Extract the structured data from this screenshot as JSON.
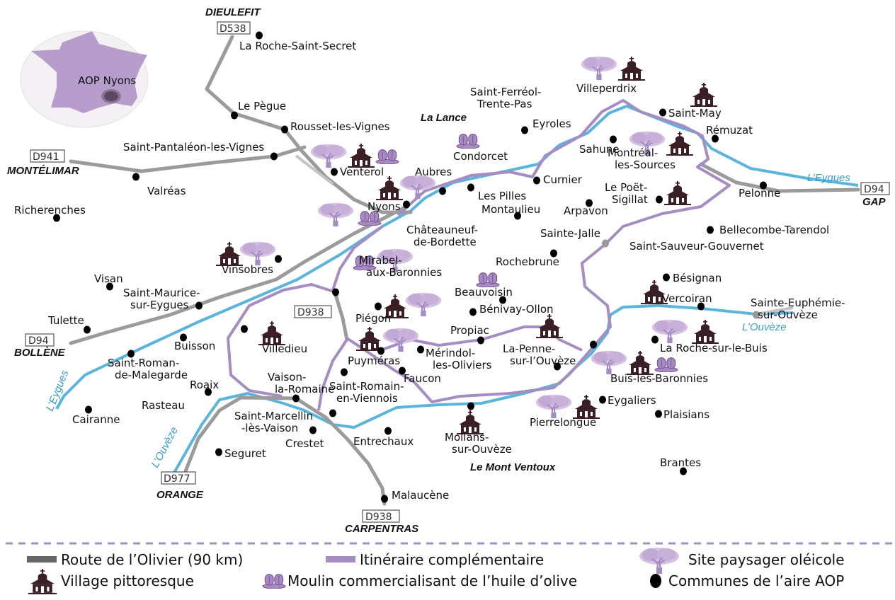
{
  "inset": {
    "label": "AOP Nyons"
  },
  "colors": {
    "route": "#9b9b9b",
    "itinerary": "#a58cc2",
    "river": "#5ab4dc",
    "church": "#3a1f25",
    "tree": "#c3a9d6",
    "moulin": "#a889c4"
  },
  "roads": {
    "d538": "D538",
    "dieulefit": "DIEULEFIT",
    "d941": "D941",
    "montelimar": "MONTÉLIMAR",
    "d94_west": "D94",
    "bollene": "BOLLÈNE",
    "d977": "D977",
    "orange": "ORANGE",
    "d938_south": "D938",
    "carpentras": "CARPENTRAS",
    "d938_mid": "D938",
    "d94_east": "D94",
    "gap": "GAP"
  },
  "rivers": {
    "eygues_east": "L’Eygues",
    "eygues_west": "L’Eygues",
    "ouveze_east": "L’Ouvèze",
    "ouveze_west": "L’Ouvèze"
  },
  "regions": {
    "la_lance": "La Lance",
    "mont_ventoux": "Le Mont Ventoux"
  },
  "places": [
    {
      "lines": [
        "La Roche-Saint-Secret"
      ]
    },
    {
      "lines": [
        "Le Pègue"
      ]
    },
    {
      "lines": [
        "Rousset-les-Vignes"
      ]
    },
    {
      "lines": [
        "Saint-Pantaléon-les-Vignes"
      ]
    },
    {
      "lines": [
        "Valréas"
      ]
    },
    {
      "lines": [
        "Richerenches"
      ]
    },
    {
      "lines": [
        "Venterol"
      ]
    },
    {
      "lines": [
        "Aubres"
      ]
    },
    {
      "lines": [
        "Nyons"
      ]
    },
    {
      "lines": [
        "Condorcet"
      ]
    },
    {
      "lines": [
        "Saint-Ferréol-",
        "Trente-Pas"
      ]
    },
    {
      "lines": [
        "Eyroles"
      ]
    },
    {
      "lines": [
        "Curnier"
      ]
    },
    {
      "lines": [
        "Les Pilles"
      ]
    },
    {
      "lines": [
        "Montaulieu"
      ]
    },
    {
      "lines": [
        "Arpavon"
      ]
    },
    {
      "lines": [
        "Sahune"
      ]
    },
    {
      "lines": [
        "Villeperdrix"
      ]
    },
    {
      "lines": [
        "Saint-May"
      ]
    },
    {
      "lines": [
        "Rémuzat"
      ]
    },
    {
      "lines": [
        "Montréal-",
        "les-Sources"
      ]
    },
    {
      "lines": [
        "Le Poët-",
        "Sigillat"
      ]
    },
    {
      "lines": [
        "Pelonne"
      ]
    },
    {
      "lines": [
        "Bellecombe-Tarendol"
      ]
    },
    {
      "lines": [
        "Sainte-Jalle"
      ]
    },
    {
      "lines": [
        "Saint-Sauveur-Gouvernet"
      ]
    },
    {
      "lines": [
        "Châteauneuf-",
        "de-Bordette"
      ]
    },
    {
      "lines": [
        "Rochebrune"
      ]
    },
    {
      "lines": [
        "Bésignan"
      ]
    },
    {
      "lines": [
        "Vercoiran"
      ]
    },
    {
      "lines": [
        "Sainte-Euphémie-",
        "sur-Ouvèze"
      ]
    },
    {
      "lines": [
        "Vinsobres"
      ]
    },
    {
      "lines": [
        "Mirabel-",
        "aux-Baronnies"
      ]
    },
    {
      "lines": [
        "Visan"
      ]
    },
    {
      "lines": [
        "Saint-Maurice-",
        "sur-Eygues"
      ]
    },
    {
      "lines": [
        "Tulette"
      ]
    },
    {
      "lines": [
        "Beauvoisin"
      ]
    },
    {
      "lines": [
        "Bénivay-Ollon"
      ]
    },
    {
      "lines": [
        "Piégon"
      ]
    },
    {
      "lines": [
        "Villedieu"
      ]
    },
    {
      "lines": [
        "Buisson"
      ]
    },
    {
      "lines": [
        "Propiac"
      ]
    },
    {
      "lines": [
        "Puyméras"
      ]
    },
    {
      "lines": [
        "Mérindol-",
        "les-Oliviers"
      ]
    },
    {
      "lines": [
        "La-Penne-",
        "sur-l’Ouvèze"
      ]
    },
    {
      "lines": [
        "La Roche-sur-le-Buis"
      ]
    },
    {
      "lines": [
        "Buis-les-Baronnies"
      ]
    },
    {
      "lines": [
        "Saint-Roman-",
        "de-Malegarde"
      ]
    },
    {
      "lines": [
        "Faucon"
      ]
    },
    {
      "lines": [
        "Saint-Romain-",
        "en-Viennois"
      ]
    },
    {
      "lines": [
        "Vaison-",
        "la-Romaine"
      ]
    },
    {
      "lines": [
        "Roaix"
      ]
    },
    {
      "lines": [
        "Rasteau"
      ]
    },
    {
      "lines": [
        "Cairanne"
      ]
    },
    {
      "lines": [
        "Saint-Marcellin",
        "-lès-Vaison"
      ]
    },
    {
      "lines": [
        "Eygaliers"
      ]
    },
    {
      "lines": [
        "Plaisians"
      ]
    },
    {
      "lines": [
        "Pierrelongue"
      ]
    },
    {
      "lines": [
        "Mollans-",
        "sur-Ouvèze"
      ]
    },
    {
      "lines": [
        "Crestet"
      ]
    },
    {
      "lines": [
        "Entrechaux"
      ]
    },
    {
      "lines": [
        "Seguret"
      ]
    },
    {
      "lines": [
        "Brantes"
      ]
    },
    {
      "lines": [
        "Malaucène"
      ]
    }
  ],
  "legend": {
    "route": "Route de l’Olivier (90 km)",
    "itinerary": "Itinéraire complémentaire",
    "site": "Site paysager oléicole",
    "village": "Village pittoresque",
    "moulin": "Moulin commercialisant de l’huile d’olive",
    "communes": "Communes de l’aire AOP"
  }
}
